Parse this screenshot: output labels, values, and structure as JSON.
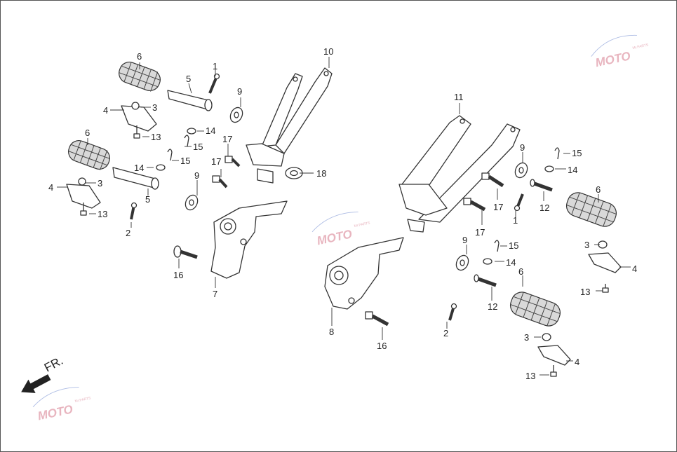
{
  "callouts": {
    "c1a": "1",
    "c1b": "1",
    "c2a": "2",
    "c2b": "2",
    "c3a": "3",
    "c3b": "3",
    "c3c": "3",
    "c3d": "3",
    "c4a": "4",
    "c4b": "4",
    "c4c": "4",
    "c4d": "4",
    "c5a": "5",
    "c5b": "5",
    "c6a": "6",
    "c6b": "6",
    "c6c": "6",
    "c6d": "6",
    "c7": "7",
    "c8": "8",
    "c9a": "9",
    "c9b": "9",
    "c9c": "9",
    "c9d": "9",
    "c10": "10",
    "c11": "11",
    "c12a": "12",
    "c12b": "12",
    "c13a": "13",
    "c13b": "13",
    "c13c": "13",
    "c13d": "13",
    "c14a": "14",
    "c14b": "14",
    "c14c": "14",
    "c14d": "14",
    "c15a": "15",
    "c15b": "15",
    "c15c": "15",
    "c15d": "15",
    "c16a": "16",
    "c16b": "16",
    "c17a": "17",
    "c17b": "17",
    "c17c": "17",
    "c17d": "17",
    "c18": "18"
  },
  "direction_label": "FR.",
  "watermark": {
    "logo_text": "MOTO",
    "sub_text": "Mr.PARTS",
    "color": "#e3a3b0"
  },
  "icons": {
    "direction_arrow": "front-direction-arrow-icon"
  }
}
